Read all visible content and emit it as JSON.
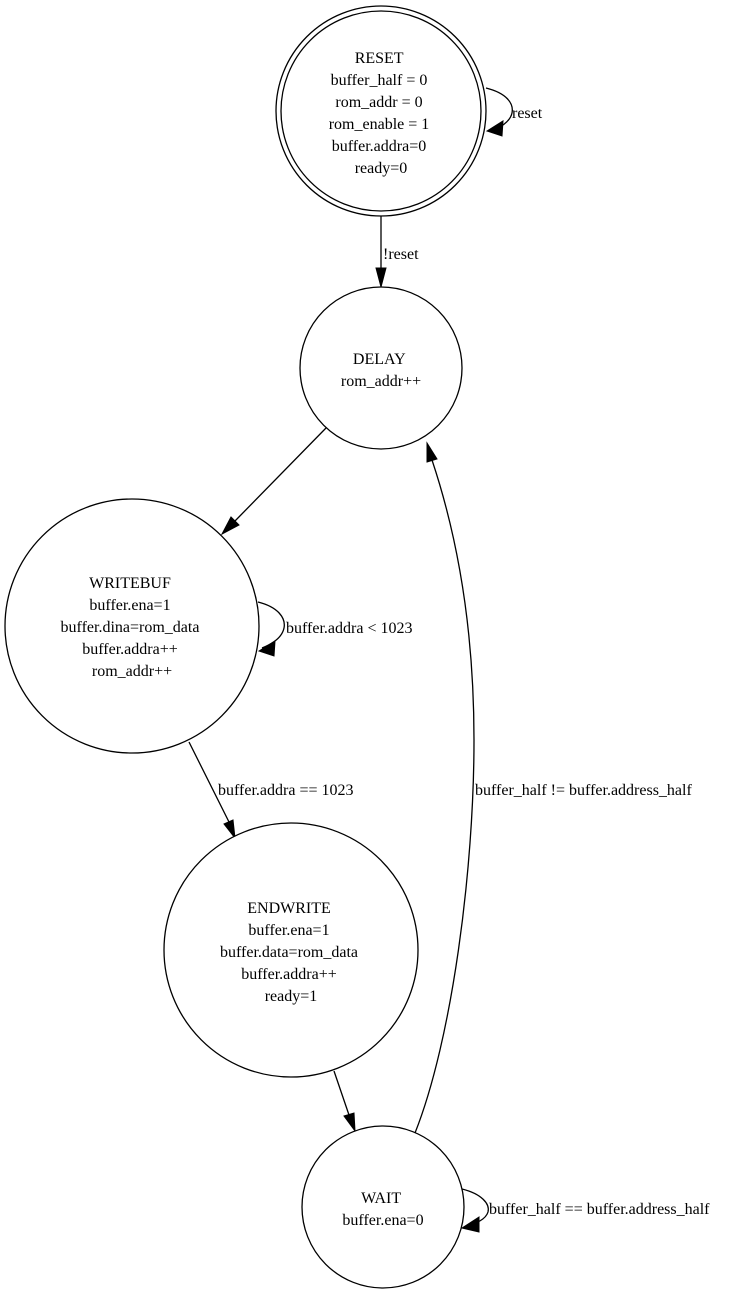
{
  "states": {
    "reset": {
      "lines": [
        "RESET",
        "buffer_half = 0",
        "rom_addr = 0",
        "rom_enable = 1",
        "buffer.addra=0",
        "ready=0"
      ]
    },
    "delay": {
      "lines": [
        "DELAY",
        "rom_addr++"
      ]
    },
    "writebuf": {
      "lines": [
        "WRITEBUF",
        "buffer.ena=1",
        "buffer.dina=rom_data",
        "buffer.addra++",
        "rom_addr++"
      ]
    },
    "endwrite": {
      "lines": [
        "ENDWRITE",
        "buffer.ena=1",
        "buffer.data=rom_data",
        "buffer.addra++",
        "ready=1"
      ]
    },
    "wait": {
      "lines": [
        "WAIT",
        "buffer.ena=0"
      ]
    }
  },
  "transitions": {
    "reset_self": {
      "from": "RESET",
      "to": "RESET",
      "label": "reset"
    },
    "reset_to_delay": {
      "from": "RESET",
      "to": "DELAY",
      "label": "!reset"
    },
    "delay_to_writebuf": {
      "from": "DELAY",
      "to": "WRITEBUF",
      "label": ""
    },
    "writebuf_self": {
      "from": "WRITEBUF",
      "to": "WRITEBUF",
      "label": "buffer.addra < 1023"
    },
    "writebuf_to_endwrite": {
      "from": "WRITEBUF",
      "to": "ENDWRITE",
      "label": "buffer.addra == 1023"
    },
    "endwrite_to_wait": {
      "from": "ENDWRITE",
      "to": "WAIT",
      "label": ""
    },
    "wait_to_delay": {
      "from": "WAIT",
      "to": "DELAY",
      "label": "buffer_half != buffer.address_half"
    },
    "wait_self": {
      "from": "WAIT",
      "to": "WAIT",
      "label": "buffer_half == buffer.address_half"
    }
  }
}
